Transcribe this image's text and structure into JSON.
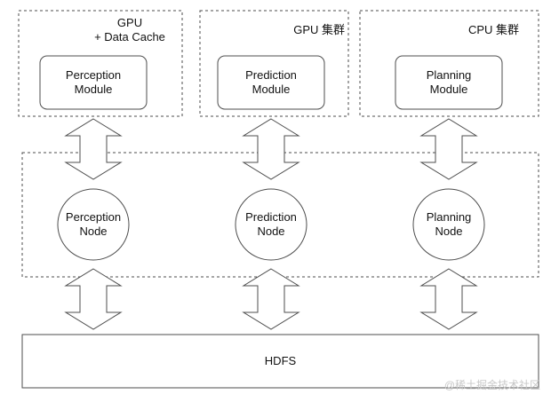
{
  "clusters": [
    {
      "label_line1": "GPU",
      "label_line2": "+ Data Cache",
      "module_line1": "Perception",
      "module_line2": "Module"
    },
    {
      "label_line1": "GPU 集群",
      "label_line2": "",
      "module_line1": "Prediction",
      "module_line2": "Module"
    },
    {
      "label_line1": "CPU 集群",
      "label_line2": "",
      "module_line1": "Planning",
      "module_line2": "Module"
    }
  ],
  "nodes": [
    {
      "line1": "Perception",
      "line2": "Node"
    },
    {
      "line1": "Prediction",
      "line2": "Node"
    },
    {
      "line1": "Planning",
      "line2": "Node"
    }
  ],
  "storage": {
    "label": "HDFS"
  },
  "watermark": "@稀土掘金技术社区",
  "colors": {
    "stroke": "#4d4d4d",
    "background": "#ffffff",
    "text": "#111111"
  }
}
